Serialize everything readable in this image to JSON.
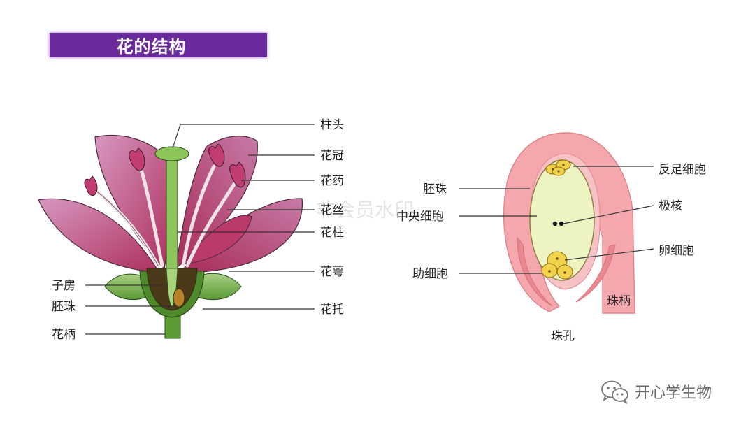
{
  "title": "花的结构",
  "watermark": "非会员水印",
  "brand": {
    "name": "开心学生物",
    "icon": "wechat-icon"
  },
  "colors": {
    "title_bg": "#6a2a9c",
    "petal": "#b83d6a",
    "petal_light": "#d98ab0",
    "stem": "#4d8a2a",
    "ovule_outer": "#f2a6ac",
    "embryo_sac": "#eef3c2",
    "egg_cells": "#f1d24a"
  },
  "flower": {
    "labels_right": [
      "柱头",
      "花冠",
      "花药",
      "花丝",
      "花柱",
      "花萼",
      "花托"
    ],
    "labels_left": [
      "子房",
      "胚珠",
      "花柄"
    ]
  },
  "ovule": {
    "labels_left": [
      "胚珠",
      "中央细胞",
      "助细胞"
    ],
    "labels_right": [
      "反足细胞",
      "极核",
      "卵细胞"
    ],
    "label_funicle": "珠柄",
    "label_micropyle": "珠孔"
  }
}
